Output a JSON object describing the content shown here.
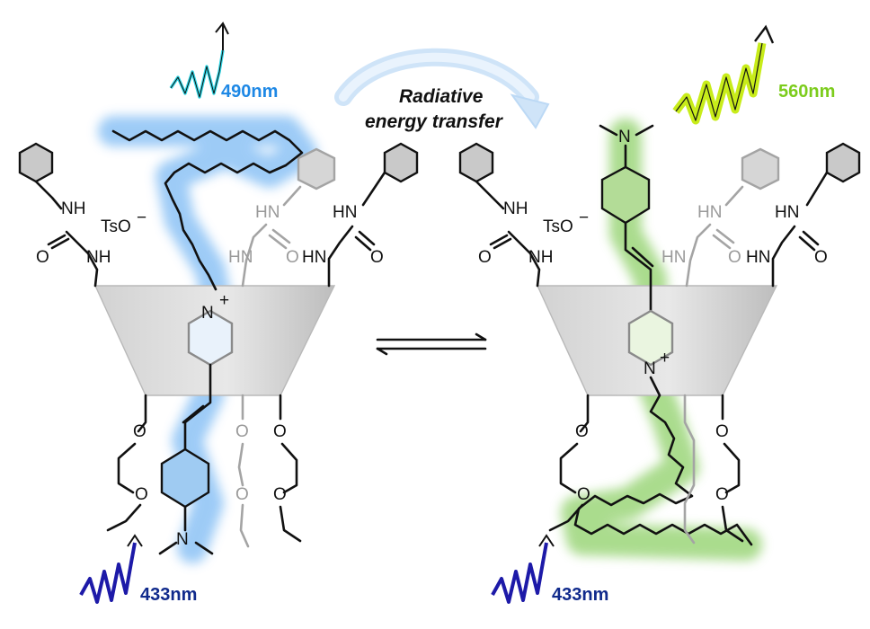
{
  "arrow": {
    "line1": "Radiative",
    "line2": "energy transfer"
  },
  "left": {
    "emission": "490nm",
    "excitation": "433nm"
  },
  "right": {
    "emission": "560nm",
    "excitation": "433nm"
  },
  "atoms": {
    "nh": "NH",
    "hn": "HN",
    "n": "N",
    "o": "O",
    "tso": "TsO",
    "minus": "−",
    "plus": "+"
  },
  "colors": {
    "blue_label": "#1e88e5",
    "dark_blue_label": "#102a8c",
    "green_label": "#7ccc1c",
    "cyan_wave": "#2dd7e6",
    "lime_wave": "#c8ec1a",
    "violet_wave": "#1d1aa8",
    "blue_glow": "#8cc2f5",
    "green_glow": "#9cd67a"
  }
}
